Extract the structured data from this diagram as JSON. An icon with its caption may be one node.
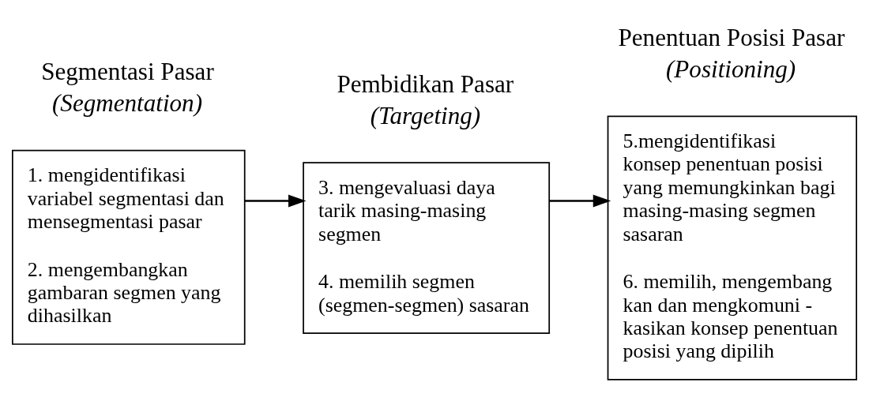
{
  "diagram": {
    "nodes": [
      {
        "text": [
          "Segmentasi Pasar",
          "(Segmentation)",
          "1. mengidentifikasi variabel segmentasi dan mensegmentasi pasar",
          "2. mengembangkan gambaran segmen yang dihasilkan"
        ]
      },
      {
        "text": [
          "Pembidikan Pasar",
          "(Targeting)",
          "3. mengevaluasi daya tarik masing-masing segmen",
          "4. memilih segmen (segmen-segmen) sasaran"
        ]
      },
      {
        "text": [
          "Penentuan Posisi Pasar",
          "(Positioning)",
          "5.mengidentifikasi konsep penentuan posisi yang memungkinkan bagi masing-masing segmen sasaran",
          "6. memilih, mengembang kan dan mengkomuni - kasikan konsep penentuan posisi yang dipilih"
        ]
      }
    ],
    "edges": [
      {
        "from": 0,
        "to": 1,
        "arrow": "to"
      },
      {
        "from": 1,
        "to": 2,
        "arrow": "to"
      }
    ]
  }
}
